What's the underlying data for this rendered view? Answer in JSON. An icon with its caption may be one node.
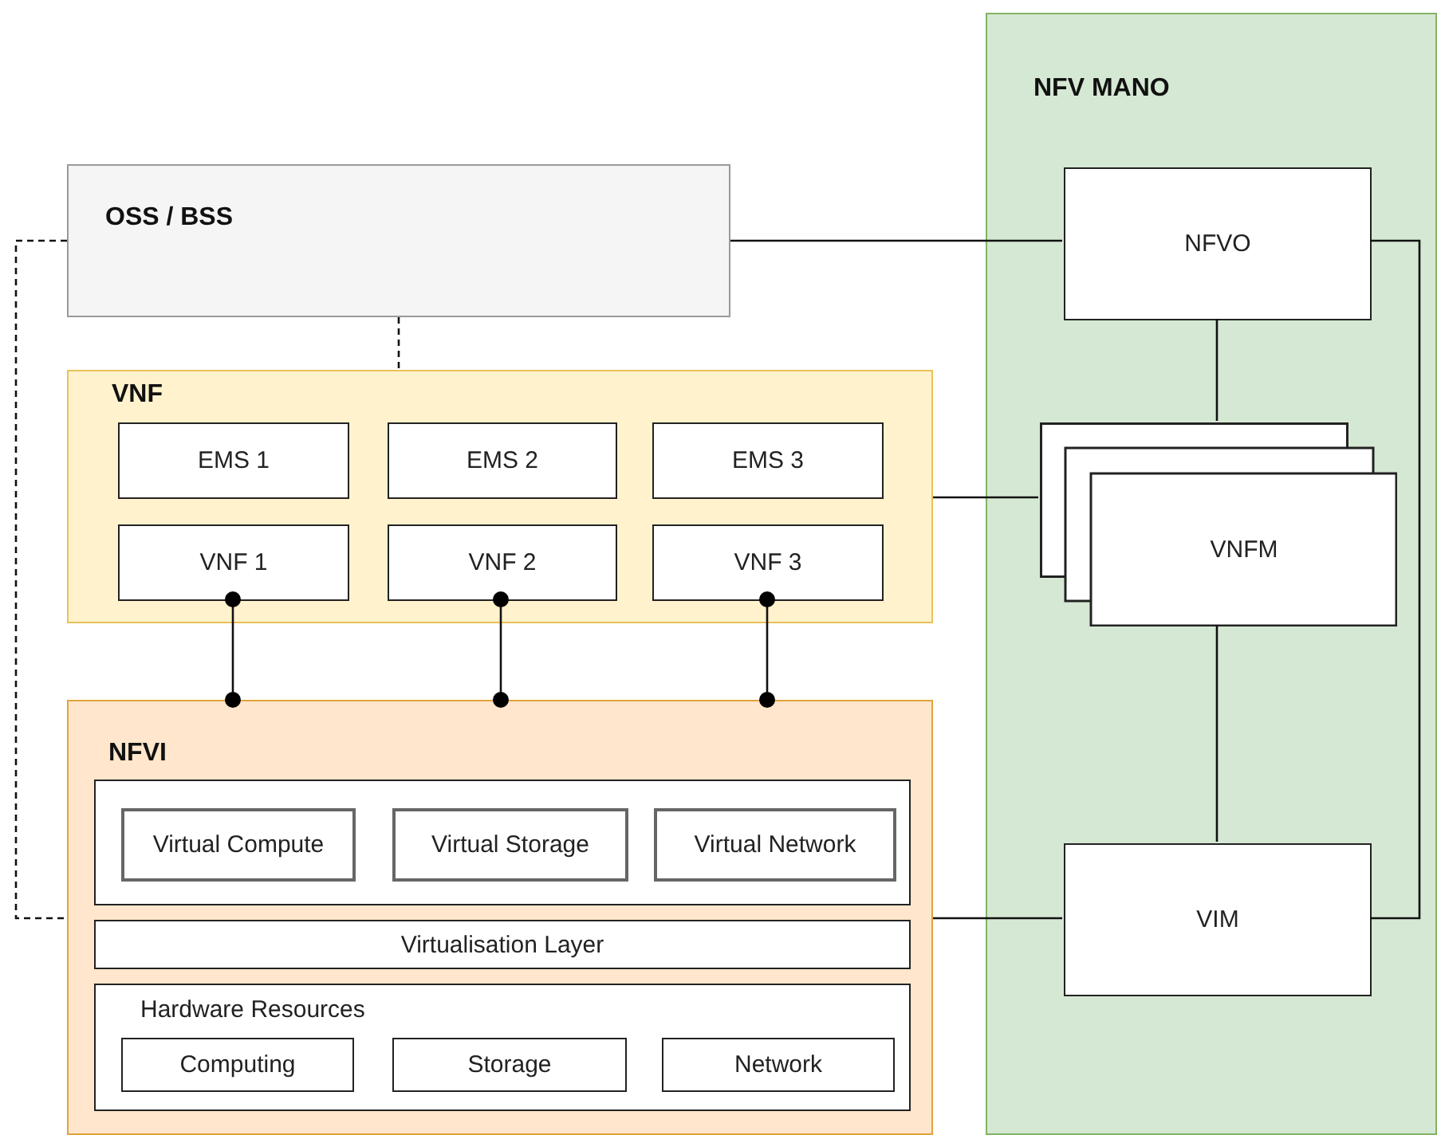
{
  "diagram": {
    "nodes": [
      {
        "text": [
          "NFV MANO"
        ]
      },
      {
        "text": [
          "NFVO"
        ],
        "in": 0
      },
      {
        "text": [
          "VNFM"
        ],
        "in": 0
      },
      {
        "text": [
          "VIM"
        ],
        "in": 0
      },
      {
        "text": [
          "OSS / BSS"
        ]
      },
      {
        "text": [
          "VNF"
        ]
      },
      {
        "text": [
          "EMS 1"
        ],
        "in": 5
      },
      {
        "text": [
          "EMS 2"
        ],
        "in": 5
      },
      {
        "text": [
          "EMS 3"
        ],
        "in": 5
      },
      {
        "text": [
          "VNF 1"
        ],
        "in": 5
      },
      {
        "text": [
          "VNF 2"
        ],
        "in": 5
      },
      {
        "text": [
          "VNF 3"
        ],
        "in": 5
      },
      {
        "text": [
          "NFVI"
        ]
      },
      {
        "text": [],
        "shape": "box",
        "in": 12
      },
      {
        "text": [
          "Virtual Compute"
        ],
        "in": 13
      },
      {
        "text": [
          "Virtual Storage"
        ],
        "in": 13
      },
      {
        "text": [
          "Virtual Network"
        ],
        "in": 13
      },
      {
        "text": [
          "Virtualisation Layer"
        ],
        "in": 12
      },
      {
        "text": [
          "Hardware Resources"
        ],
        "in": 12
      },
      {
        "text": [
          "Computing"
        ],
        "in": 18
      },
      {
        "text": [
          "Storage"
        ],
        "in": 18
      },
      {
        "text": [
          "Network"
        ],
        "in": 18
      }
    ],
    "edges": [
      {
        "from": 4,
        "to": 1,
        "arrow": "none"
      },
      {
        "from": 4,
        "to": 5,
        "arrow": "none",
        "style": "dashed"
      },
      {
        "from": 4,
        "to": 12,
        "arrow": "none",
        "style": "dashed"
      },
      {
        "from": 1,
        "to": 2,
        "arrow": "none"
      },
      {
        "from": 5,
        "to": 2,
        "arrow": "none"
      },
      {
        "from": 2,
        "to": 3,
        "arrow": "none"
      },
      {
        "from": 1,
        "to": 3,
        "arrow": "none"
      },
      {
        "from": 12,
        "to": 3,
        "arrow": "none"
      },
      {
        "from": 9,
        "to": 12,
        "arrow": "other"
      },
      {
        "from": 10,
        "to": 12,
        "arrow": "other"
      },
      {
        "from": 11,
        "to": 12,
        "arrow": "other"
      }
    ]
  }
}
